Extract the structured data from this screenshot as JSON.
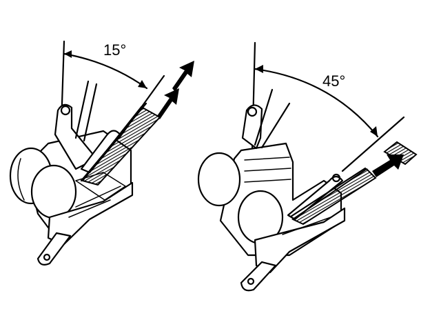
{
  "diagram": {
    "left_panel": {
      "angle_label": "15°",
      "angle_degrees": 15
    },
    "right_panel": {
      "angle_label": "45°",
      "angle_degrees": 45
    },
    "colors": {
      "line": "#000000",
      "background": "#ffffff"
    },
    "icons": [
      "arrow-icon",
      "webbing-hatch"
    ]
  }
}
